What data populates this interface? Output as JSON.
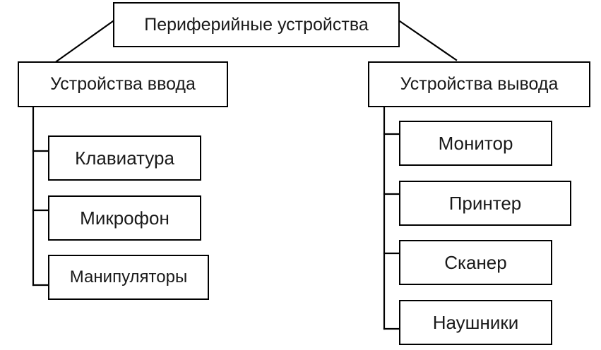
{
  "diagram": {
    "root": {
      "label": "Периферийные устройства"
    },
    "input": {
      "label": "Устройства ввода",
      "items": [
        "Клавиатура",
        "Микрофон",
        "Манипуляторы"
      ]
    },
    "output": {
      "label": "Устройства вывода",
      "items": [
        "Монитор",
        "Принтер",
        "Сканер",
        "Наушники"
      ]
    }
  }
}
